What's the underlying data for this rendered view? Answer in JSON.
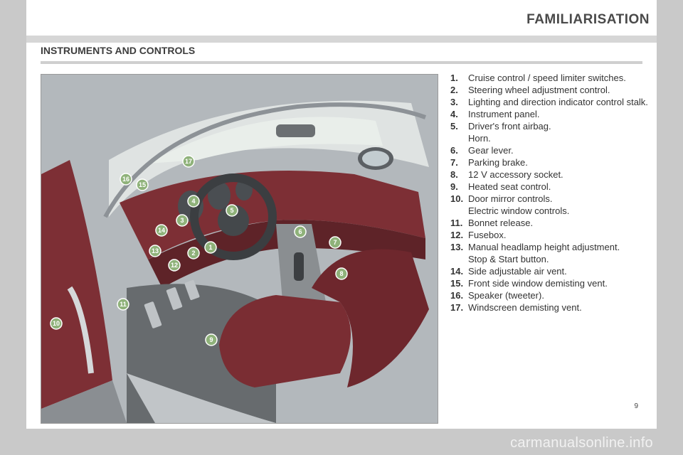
{
  "header": {
    "chapter_title": "FAMILIARISATION",
    "section_title": "INSTRUMENTS AND CONTROLS"
  },
  "figure": {
    "callouts": [
      "1",
      "2",
      "3",
      "4",
      "5",
      "6",
      "7",
      "8",
      "9",
      "10",
      "11",
      "12",
      "13",
      "14",
      "15",
      "16",
      "17"
    ]
  },
  "legend": {
    "items": [
      {
        "num": "1.",
        "text": "Cruise control / speed limiter switches."
      },
      {
        "num": "2.",
        "text": "Steering wheel adjustment control."
      },
      {
        "num": "3.",
        "text": "Lighting and direction indicator control stalk."
      },
      {
        "num": "4.",
        "text": "Instrument panel."
      },
      {
        "num": "5.",
        "text": "Driver's front airbag.",
        "sub": "Horn."
      },
      {
        "num": "6.",
        "text": "Gear lever."
      },
      {
        "num": "7.",
        "text": "Parking brake."
      },
      {
        "num": "8.",
        "text": "12 V accessory socket."
      },
      {
        "num": "9.",
        "text": "Heated seat control."
      },
      {
        "num": "10.",
        "text": "Door mirror controls.",
        "sub": "Electric window controls."
      },
      {
        "num": "11.",
        "text": "Bonnet release."
      },
      {
        "num": "12.",
        "text": "Fusebox."
      },
      {
        "num": "13.",
        "text": "Manual headlamp height adjustment.",
        "sub": "Stop & Start button."
      },
      {
        "num": "14.",
        "text": "Side adjustable air vent."
      },
      {
        "num": "15.",
        "text": "Front side window demisting vent."
      },
      {
        "num": "16.",
        "text": "Speaker (tweeter)."
      },
      {
        "num": "17.",
        "text": "Windscreen demisting vent."
      }
    ]
  },
  "footer": {
    "page_number": "9",
    "watermark": "carmanualsonline.info"
  },
  "colors": {
    "callout_green": "#8fb27a",
    "interior_red": "#7d2f35",
    "band_gray": "#d6d6d6"
  }
}
